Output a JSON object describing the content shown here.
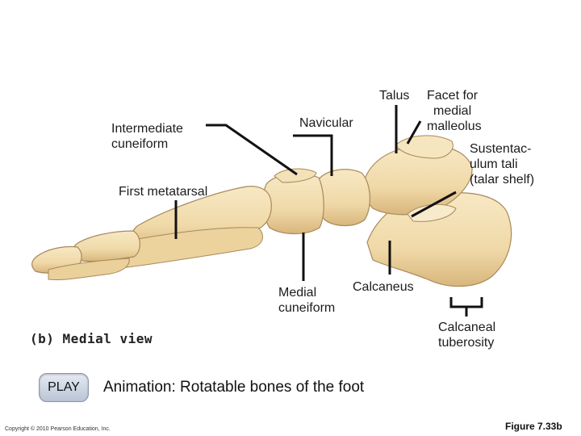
{
  "labels": {
    "talus": "Talus",
    "facet": [
      "Facet for",
      "medial",
      "malleolus"
    ],
    "intermediate_cuneiform": [
      "Intermediate",
      "cuneiform"
    ],
    "navicular": "Navicular",
    "sustentaculum": [
      "Sustentac-",
      "ulum tali",
      "(talar shelf)"
    ],
    "first_metatarsal": "First metatarsal",
    "medial_cuneiform": [
      "Medial",
      "cuneiform"
    ],
    "calcaneus": "Calcaneus",
    "calcaneal_tuberosity": [
      "Calcaneal",
      "tuberosity"
    ]
  },
  "caption": {
    "letter": "(b)",
    "text": "Medial view"
  },
  "play_button": "PLAY",
  "animation_link": "Animation: Rotatable bones of the foot",
  "copyright": "Copyright © 2010 Pearson Education, Inc.",
  "figure_label": "Figure 7.33b",
  "colors": {
    "bone_fill": "#f1ddb0",
    "bone_shade": "#d9bb83",
    "bone_outline": "#a9895a",
    "leader": "#111111"
  }
}
